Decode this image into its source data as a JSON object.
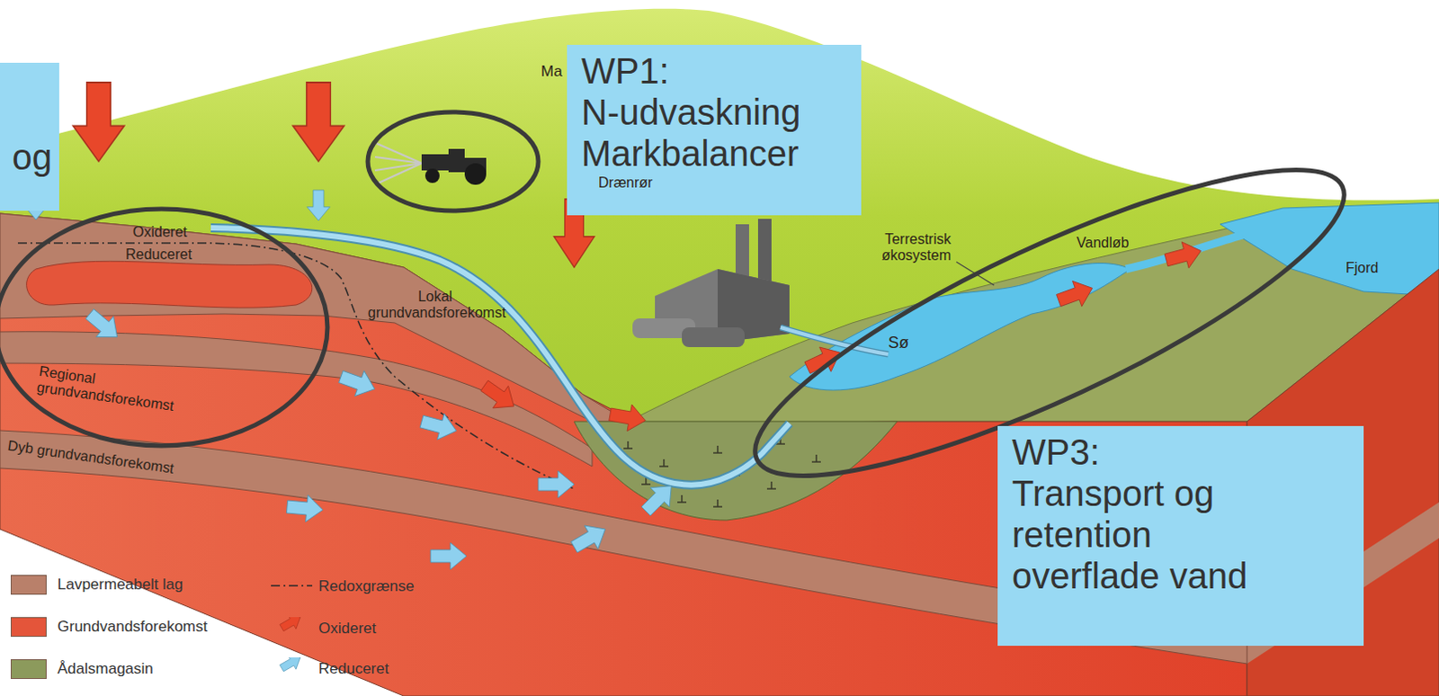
{
  "diagram": {
    "nodes": [
      {
        "text": [
          "og"
        ]
      },
      {
        "text": [
          "WP1:",
          "N-udvaskning Markbalancer"
        ]
      },
      {
        "text": [
          "WP3:",
          "Transport og retention overflade vand"
        ]
      }
    ],
    "labels": [
      "Ma",
      "Oxideret",
      "Reduceret",
      "Drænrør",
      "Lokal grundvandsforekomst",
      "Regional grundvandsforekomst",
      "Dyb grundvandsforekomst",
      "Terrestrisk økosystem",
      "Vandløb",
      "Fjord",
      "Sø"
    ],
    "legend": [
      {
        "text": "Lavpermeabelt lag",
        "color": "#b9806a"
      },
      {
        "text": "Grundvandsforekomst",
        "color": "#e4553a"
      },
      {
        "text": "Ådalsmagasin",
        "color": "#8c9a5c"
      },
      {
        "text": "Redoxgrænse"
      },
      {
        "text": "Oxideret"
      },
      {
        "text": "Reduceret"
      }
    ]
  }
}
